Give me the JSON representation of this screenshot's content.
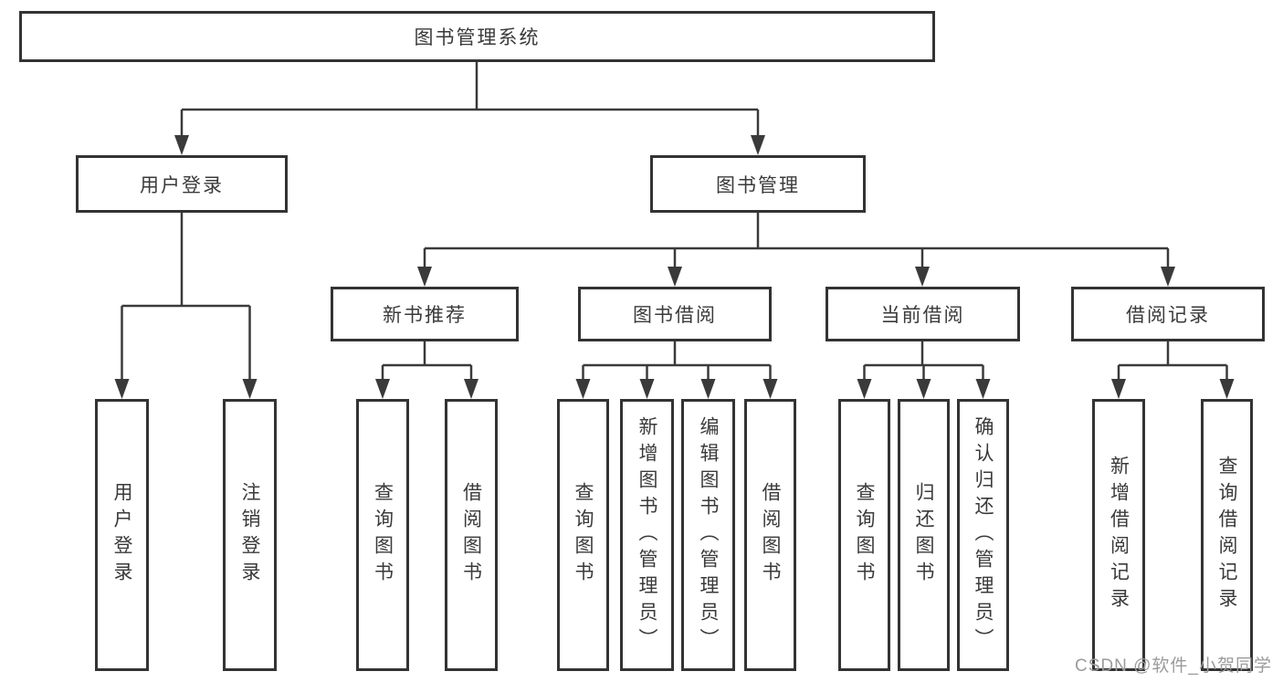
{
  "diagram_type": "hierarchy-tree",
  "tree": {
    "label": "图书管理系统",
    "children": [
      {
        "label": "用户登录",
        "children": [
          {
            "label": "用户登录"
          },
          {
            "label": "注销登录"
          }
        ]
      },
      {
        "label": "图书管理",
        "children": [
          {
            "label": "新书推荐",
            "children": [
              {
                "label": "查询图书"
              },
              {
                "label": "借阅图书"
              }
            ]
          },
          {
            "label": "图书借阅",
            "children": [
              {
                "label": "查询图书"
              },
              {
                "label": "新增图书（管理员）"
              },
              {
                "label": "编辑图书（管理员）"
              },
              {
                "label": "借阅图书"
              }
            ]
          },
          {
            "label": "当前借阅",
            "children": [
              {
                "label": "查询图书"
              },
              {
                "label": "归还图书"
              },
              {
                "label": "确认归还（管理员）"
              }
            ]
          },
          {
            "label": "借阅记录",
            "children": [
              {
                "label": "新增借阅记录"
              },
              {
                "label": "查询借阅记录"
              }
            ]
          }
        ]
      }
    ]
  },
  "watermark": "CSDN @软件_小贺同学",
  "colors": {
    "line": "#3a3a3a",
    "box_border": "#333333",
    "box_fill": "#ffffff",
    "text": "#3a3a3a",
    "watermark": "#9b9b9b",
    "background": "#ffffff"
  }
}
